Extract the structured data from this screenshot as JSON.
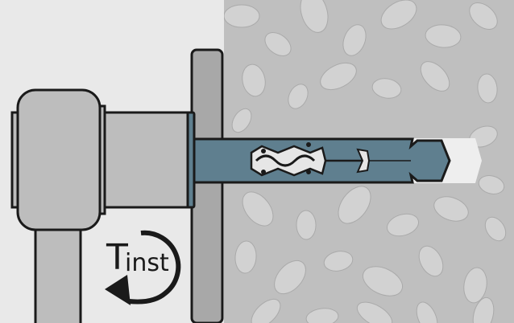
{
  "diagram": {
    "torque_label": {
      "main": "T",
      "subscript": "inst"
    },
    "rotation_direction": "clockwise",
    "colors": {
      "background": "#e9e9e9",
      "concrete": "#bfbfbf",
      "concrete_stones": "#d2d2d2",
      "fixture_plate": "#a8a8a8",
      "anchor_body": "#5f7f8f",
      "wrench": "#bdbdbd",
      "outline": "#1a1a1a"
    }
  }
}
